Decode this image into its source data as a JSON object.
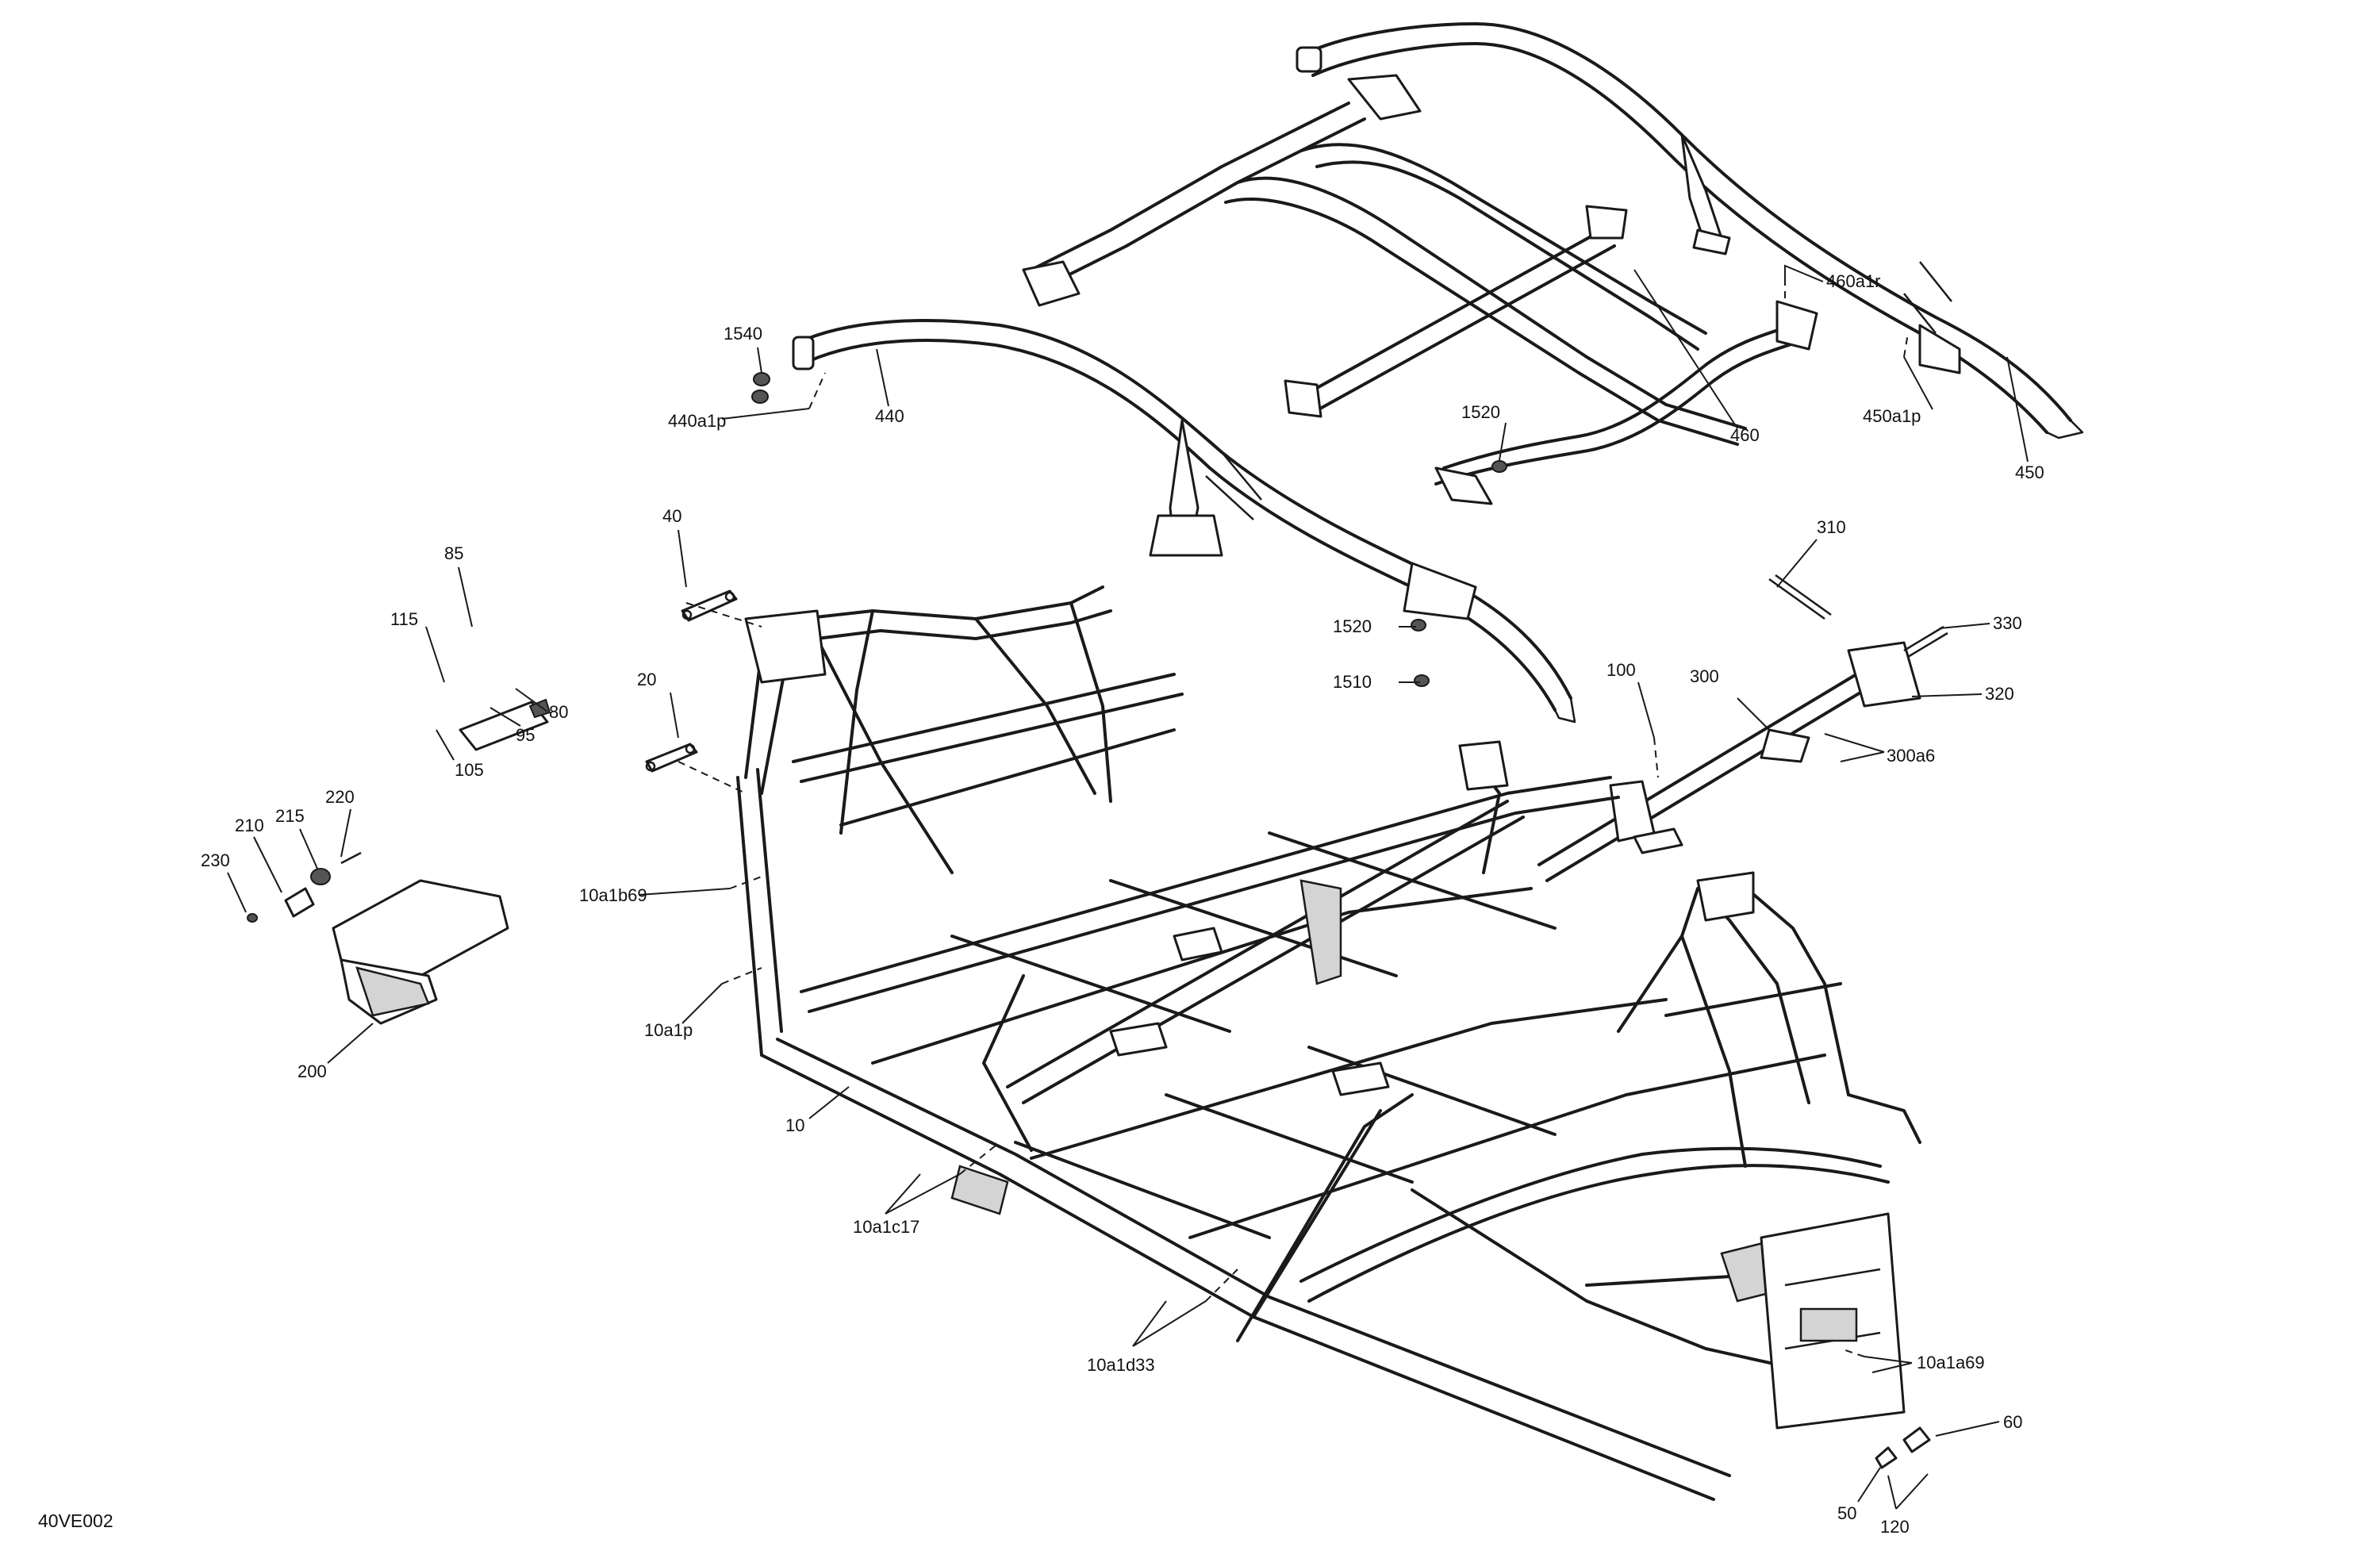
{
  "figure_code": "40VE002",
  "callouts": [
    {
      "id": "c1540",
      "text": "1540"
    },
    {
      "id": "c440a1p",
      "text": "440a1p"
    },
    {
      "id": "c440",
      "text": "440"
    },
    {
      "id": "c460a1r",
      "text": "460a1r"
    },
    {
      "id": "c1520a",
      "text": "1520"
    },
    {
      "id": "c460",
      "text": "460"
    },
    {
      "id": "c450a1p",
      "text": "450a1p"
    },
    {
      "id": "c450",
      "text": "450"
    },
    {
      "id": "c40",
      "text": "40"
    },
    {
      "id": "c85",
      "text": "85"
    },
    {
      "id": "c115",
      "text": "115"
    },
    {
      "id": "c80",
      "text": "80"
    },
    {
      "id": "c95",
      "text": "95"
    },
    {
      "id": "c105",
      "text": "105"
    },
    {
      "id": "c20",
      "text": "20"
    },
    {
      "id": "c1520b",
      "text": "1520"
    },
    {
      "id": "c1510",
      "text": "1510"
    },
    {
      "id": "c310",
      "text": "310"
    },
    {
      "id": "c330",
      "text": "330"
    },
    {
      "id": "c100",
      "text": "100"
    },
    {
      "id": "c300",
      "text": "300"
    },
    {
      "id": "c320",
      "text": "320"
    },
    {
      "id": "c300a6",
      "text": "300a6"
    },
    {
      "id": "c220",
      "text": "220"
    },
    {
      "id": "c215",
      "text": "215"
    },
    {
      "id": "c210",
      "text": "210"
    },
    {
      "id": "c230",
      "text": "230"
    },
    {
      "id": "c10a1b69",
      "text": "10a1b69"
    },
    {
      "id": "c10a1p",
      "text": "10a1p"
    },
    {
      "id": "c200",
      "text": "200"
    },
    {
      "id": "c10",
      "text": "10"
    },
    {
      "id": "c10a1c17",
      "text": "10a1c17"
    },
    {
      "id": "c10a1d33",
      "text": "10a1d33"
    },
    {
      "id": "c10a1a69",
      "text": "10a1a69"
    },
    {
      "id": "c60",
      "text": "60"
    },
    {
      "id": "c50",
      "text": "50"
    },
    {
      "id": "c120",
      "text": "120"
    }
  ]
}
